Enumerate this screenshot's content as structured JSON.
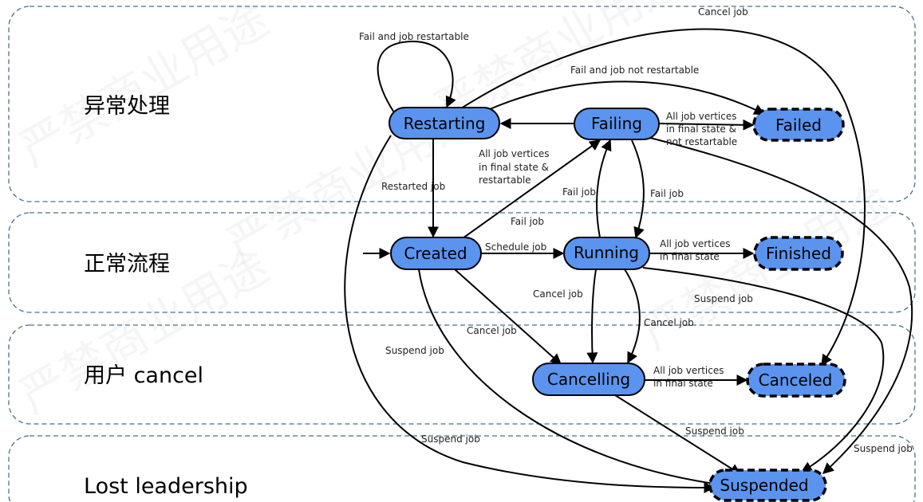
{
  "sections": [
    {
      "label": "异常处理"
    },
    {
      "label": "正常流程"
    },
    {
      "label": "用户 cancel"
    },
    {
      "label": "Lost leadership"
    }
  ],
  "watermark": "严禁商业用途",
  "states": {
    "restarting": "Restarting",
    "failing": "Failing",
    "failed": "Failed",
    "created": "Created",
    "running": "Running",
    "finished": "Finished",
    "cancelling": "Cancelling",
    "canceled": "Canceled",
    "suspended": "Suspended"
  },
  "edge_labels": {
    "cancel_job_top": "Cancel job",
    "fail_restartable": "Fail and job restartable",
    "fail_not_restartable": "Fail and job not restartable",
    "failing_final_1": "All job vertices",
    "failing_final_2": "in final state &",
    "failing_final_3": "not restartable",
    "restartable_1": "All job vertices",
    "restartable_2": "in final state &",
    "restartable_3": "restartable",
    "restarted_job": "Restarted job",
    "fail_job_running_up": "Fail job",
    "fail_job_failing_down": "Fail job",
    "fail_job_created": "Fail job",
    "schedule_job": "Schedule job",
    "running_final_1": "All job vertices",
    "running_final_2": "in final state",
    "cancel_job_running": "Cancel job",
    "suspend_job_running": "Suspend job",
    "cancel_job_created": "Cancel job",
    "cancel_job_failing": "Cancel job",
    "suspend_job_restarting": "Suspend job",
    "cancelling_final_1": "All job vertices",
    "cancelling_final_2": "in final state",
    "suspend_job_cancelling": "Suspend job",
    "suspend_job_created": "Suspend job",
    "suspend_job_failing": "Suspend job"
  }
}
